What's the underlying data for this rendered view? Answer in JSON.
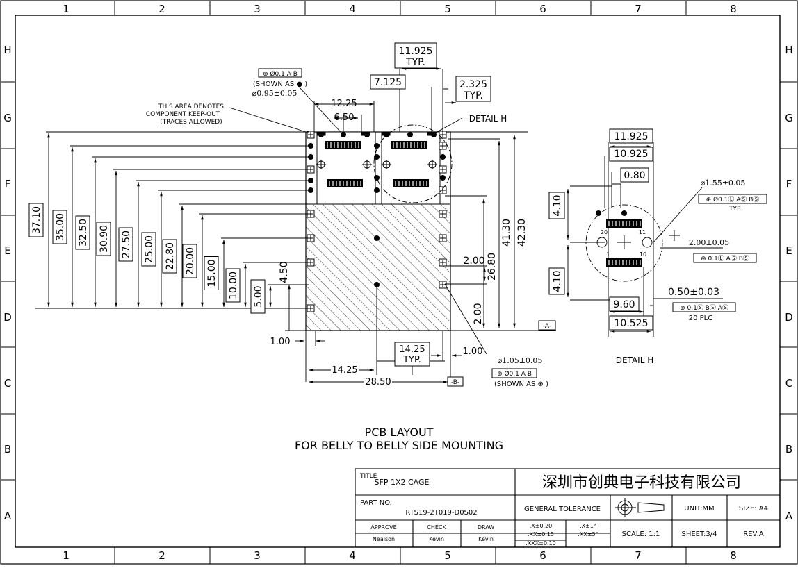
{
  "border": {
    "columns": [
      "1",
      "2",
      "3",
      "4",
      "5",
      "6",
      "7",
      "8"
    ],
    "rows": [
      "H",
      "G",
      "F",
      "E",
      "D",
      "C",
      "B",
      "A"
    ]
  },
  "pcb": {
    "gdt_top": "⊕ Ø0.1 A B",
    "shown_as_dot": "(SHOWN AS ● )",
    "hole_095": "⌀0.95±0.05",
    "keepout": [
      "THIS AREA DENOTES",
      "COMPONENT KEEP-OUT",
      "(TRACES ALLOWED)"
    ],
    "dim_11925_typ": [
      "11.925",
      "TYP."
    ],
    "dim_7125": "7.125",
    "dim_2325_typ": [
      "2.325",
      "TYP."
    ],
    "dim_1225": "12.25",
    "dim_650": "6.50",
    "detail_h_label": "DETAIL H",
    "left_dims": [
      "37.10",
      "35.00",
      "32.50",
      "30.90",
      "27.50",
      "25.00",
      "22.80",
      "20.00",
      "15.00",
      "10.00",
      "5.00",
      "4.50"
    ],
    "right_4130": "41.30",
    "right_4230": "42.30",
    "dim_2680": "26.80",
    "dim_200_a": "2.00",
    "dim_200_b": "2.00",
    "datum_a": "-A-",
    "dim_100_left": "1.00",
    "dim_100_right": "1.00",
    "dim_1425_typ": [
      "14.25",
      "TYP."
    ],
    "dim_1425": "14.25",
    "dim_2850": "28.50",
    "datum_b": "-B-",
    "hole_105": "⌀1.05±0.05",
    "gdt_bottom": "⊕ Ø0.1 A B",
    "shown_as_plus": "(SHOWN AS ⊕ )"
  },
  "detail": {
    "dim_11925": "11.925",
    "dim_10925": "10.925",
    "dim_080": "0.80",
    "hole_155": "⌀1.55±0.05",
    "gdt_155": "⊕ Ø0.1Ⓛ AⓈ BⓈ",
    "typ": "TYP.",
    "dim_410_top": "4.10",
    "dim_410_bot": "4.10",
    "pin20": "20",
    "pin11": "11",
    "pin1": "1",
    "pin10": "10",
    "dim_200": "2.00±0.05",
    "gdt_200": "⊕ 0.1Ⓛ AⓈ BⓈ",
    "dim_050": "0.50±0.03",
    "dim_960": "9.60",
    "gdt_050": "⊕ 0.1Ⓢ BⓈ AⓈ",
    "plc": "20 PLC",
    "dim_10525": "10.525",
    "caption": "DETAIL H"
  },
  "caption": {
    "line1": "PCB LAYOUT",
    "line2": "FOR BELLY TO BELLY SIDE MOUNTING"
  },
  "title_block": {
    "title_label": "TITLE",
    "title_value": "SFP 1X2 CAGE",
    "company": "深圳市创典电子科技有限公司",
    "part_label": "PART NO.",
    "part_value": "RTS19-2T019-D0S02",
    "general_tolerance": "GENERAL TOLERANCE",
    "unit": "UNIT:MM",
    "size": "SIZE: A4",
    "approve_label": "APPROVE",
    "check_label": "CHECK",
    "draw_label": "DRAW",
    "approve_value": "Nealson",
    "check_value": "Kevin",
    "draw_value": "Kevin",
    "tol_x": ".X±0.20",
    "tol_xx": ".XX±0.15",
    "tol_xxx": ".XXX±0.10",
    "tol_ang1": ".X±1°",
    "tol_ang2": ".XX±5°",
    "scale": "SCALE: 1:1",
    "sheet": "SHEET:3/4",
    "rev": "REV:A"
  }
}
